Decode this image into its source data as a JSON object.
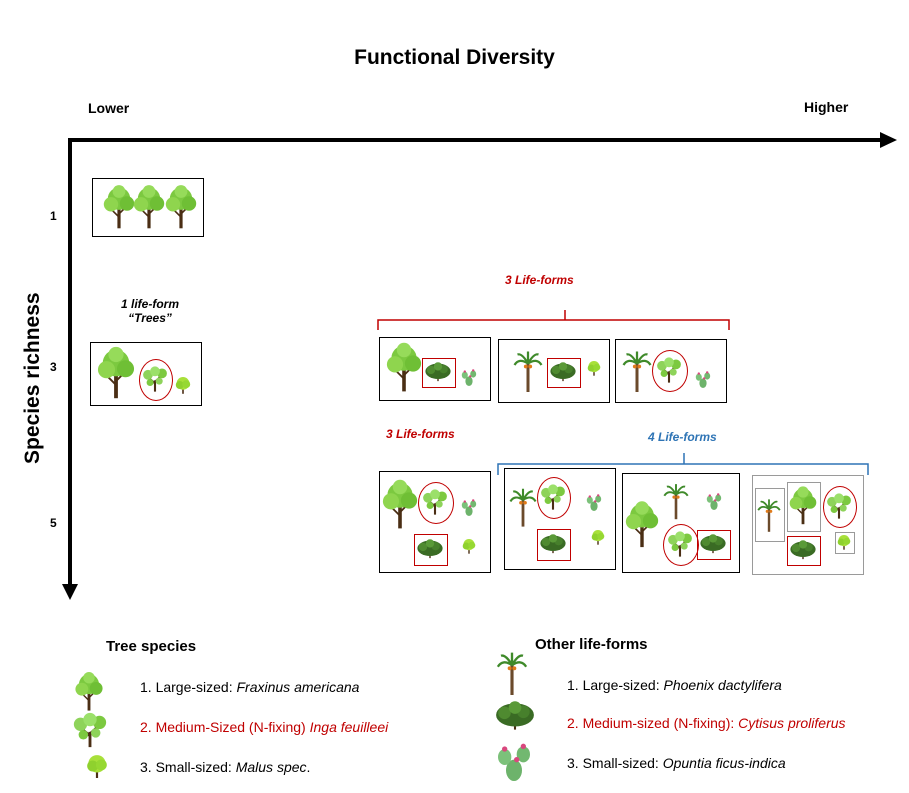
{
  "title": "Functional Diversity",
  "x_axis": {
    "low_label": "Lower",
    "high_label": "Higher"
  },
  "y_axis": {
    "label": "Species richness",
    "ticks": [
      "1",
      "3",
      "5"
    ]
  },
  "annotations": {
    "one_life_form_line1": "1 life-form",
    "one_life_form_line2": "“Trees”",
    "three_life_forms_top": "3 Life-forms",
    "three_life_forms_mid": "3 Life-forms",
    "four_life_forms": "4 Life-forms"
  },
  "colors": {
    "red": "#c00000",
    "blue": "#2e74b5",
    "tree_green": "#7cc940",
    "trunk": "#4a2e14"
  },
  "legend": {
    "tree_species": {
      "heading": "Tree species",
      "items": [
        {
          "prefix": "1. Large-sized: ",
          "species": "Fraxinus americana",
          "icon": "large-tree-icon"
        },
        {
          "prefix": "2. Medium-Sized (N-fixing) ",
          "species": "Inga feuilleei",
          "icon": "medium-tree-icon"
        },
        {
          "prefix": "3. Small-sized: ",
          "species": "Malus spec",
          "suffix": ".",
          "icon": "small-tree-icon"
        }
      ]
    },
    "other_life_forms": {
      "heading": "Other life-forms",
      "items": [
        {
          "prefix": "1. Large-sized: ",
          "species": "Phoenix dactylifera",
          "icon": "palm-icon"
        },
        {
          "prefix": "2. Medium-sized (N-fixing): ",
          "species": "Cytisus proliferus",
          "icon": "shrub-icon"
        },
        {
          "prefix": "3. Small-sized: ",
          "species": "Opuntia ficus-indica",
          "icon": "cactus-icon"
        }
      ]
    }
  }
}
